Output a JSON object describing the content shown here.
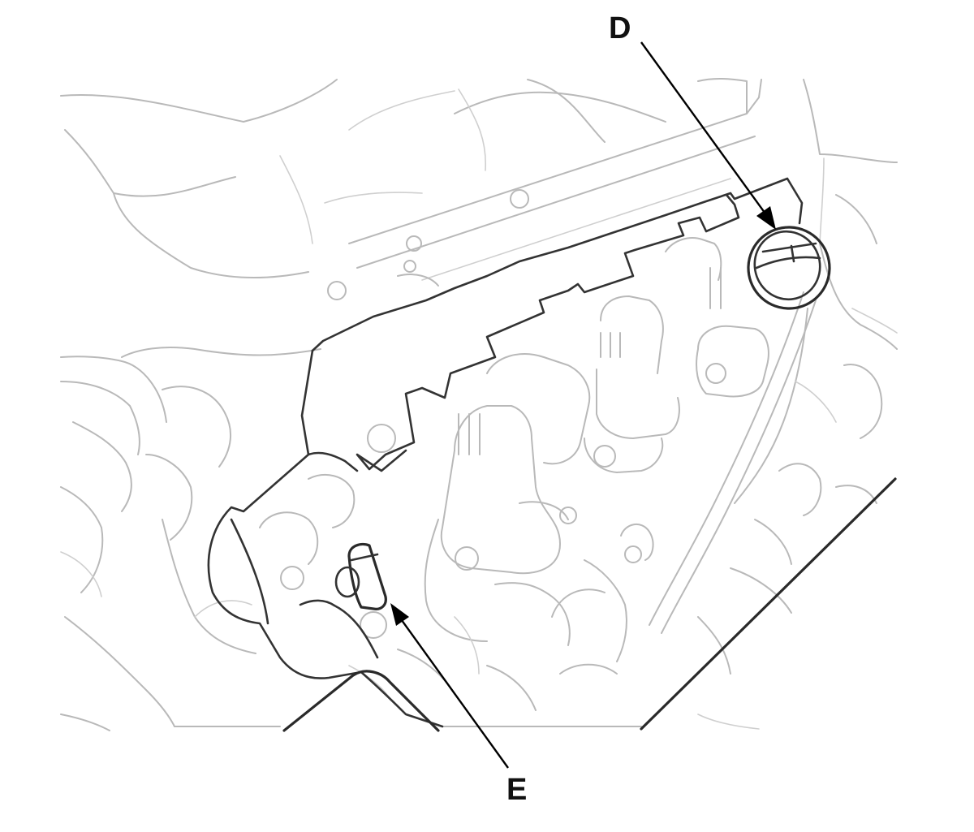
{
  "callouts": [
    {
      "id": "D",
      "label": "D"
    },
    {
      "id": "E",
      "label": "E"
    }
  ],
  "colors": {
    "background": "#ffffff",
    "highlighted_part": "#333333",
    "context_linework": "#b9b9b9",
    "leader": "#000000"
  }
}
